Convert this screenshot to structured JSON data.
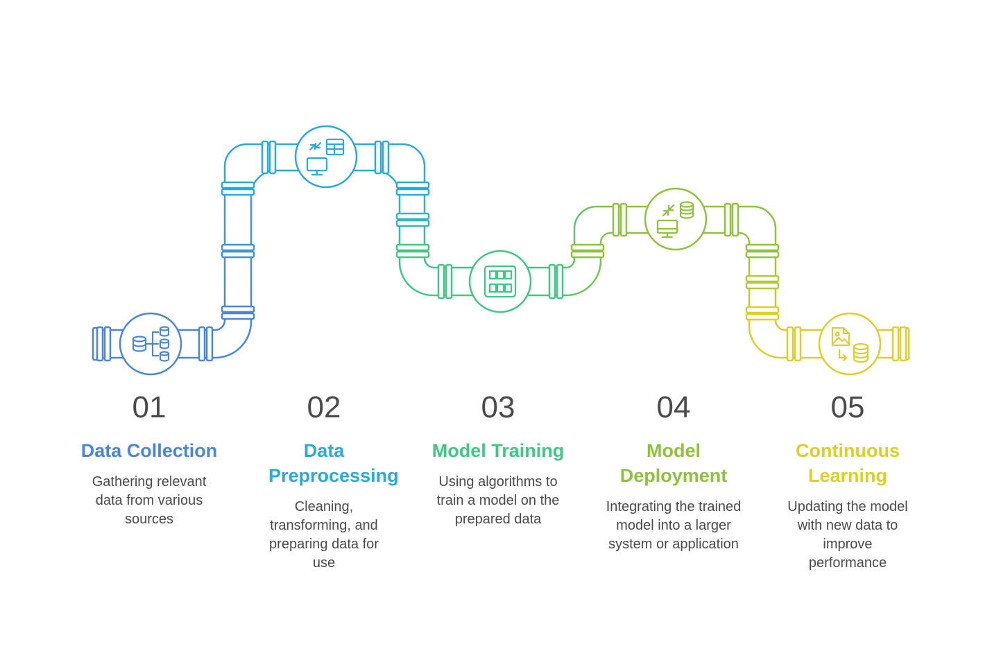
{
  "colors": {
    "step1": "#4a85dd",
    "step2": "#28aada",
    "step3": "#3ec884",
    "step4": "#8fc23b",
    "step5": "#dccf28"
  },
  "steps": [
    {
      "number": "01",
      "title": "Data Collection",
      "description": "Gathering relevant data from various sources",
      "icon": "database-hierarchy-icon"
    },
    {
      "number": "02",
      "title": "Data Preprocessing",
      "description": "Cleaning, transforming, and preparing data for use",
      "icon": "table-transform-monitor-icon"
    },
    {
      "number": "03",
      "title": "Model Training",
      "description": "Using algorithms to train a model on the prepared data",
      "icon": "grid-icon"
    },
    {
      "number": "04",
      "title": "Model Deployment",
      "description": "Integrating the trained model into a larger system or application",
      "icon": "monitor-database-sync-icon"
    },
    {
      "number": "05",
      "title": "Continuous Learning",
      "description": "Updating the model with new data to improve performance",
      "icon": "image-to-database-icon"
    }
  ]
}
